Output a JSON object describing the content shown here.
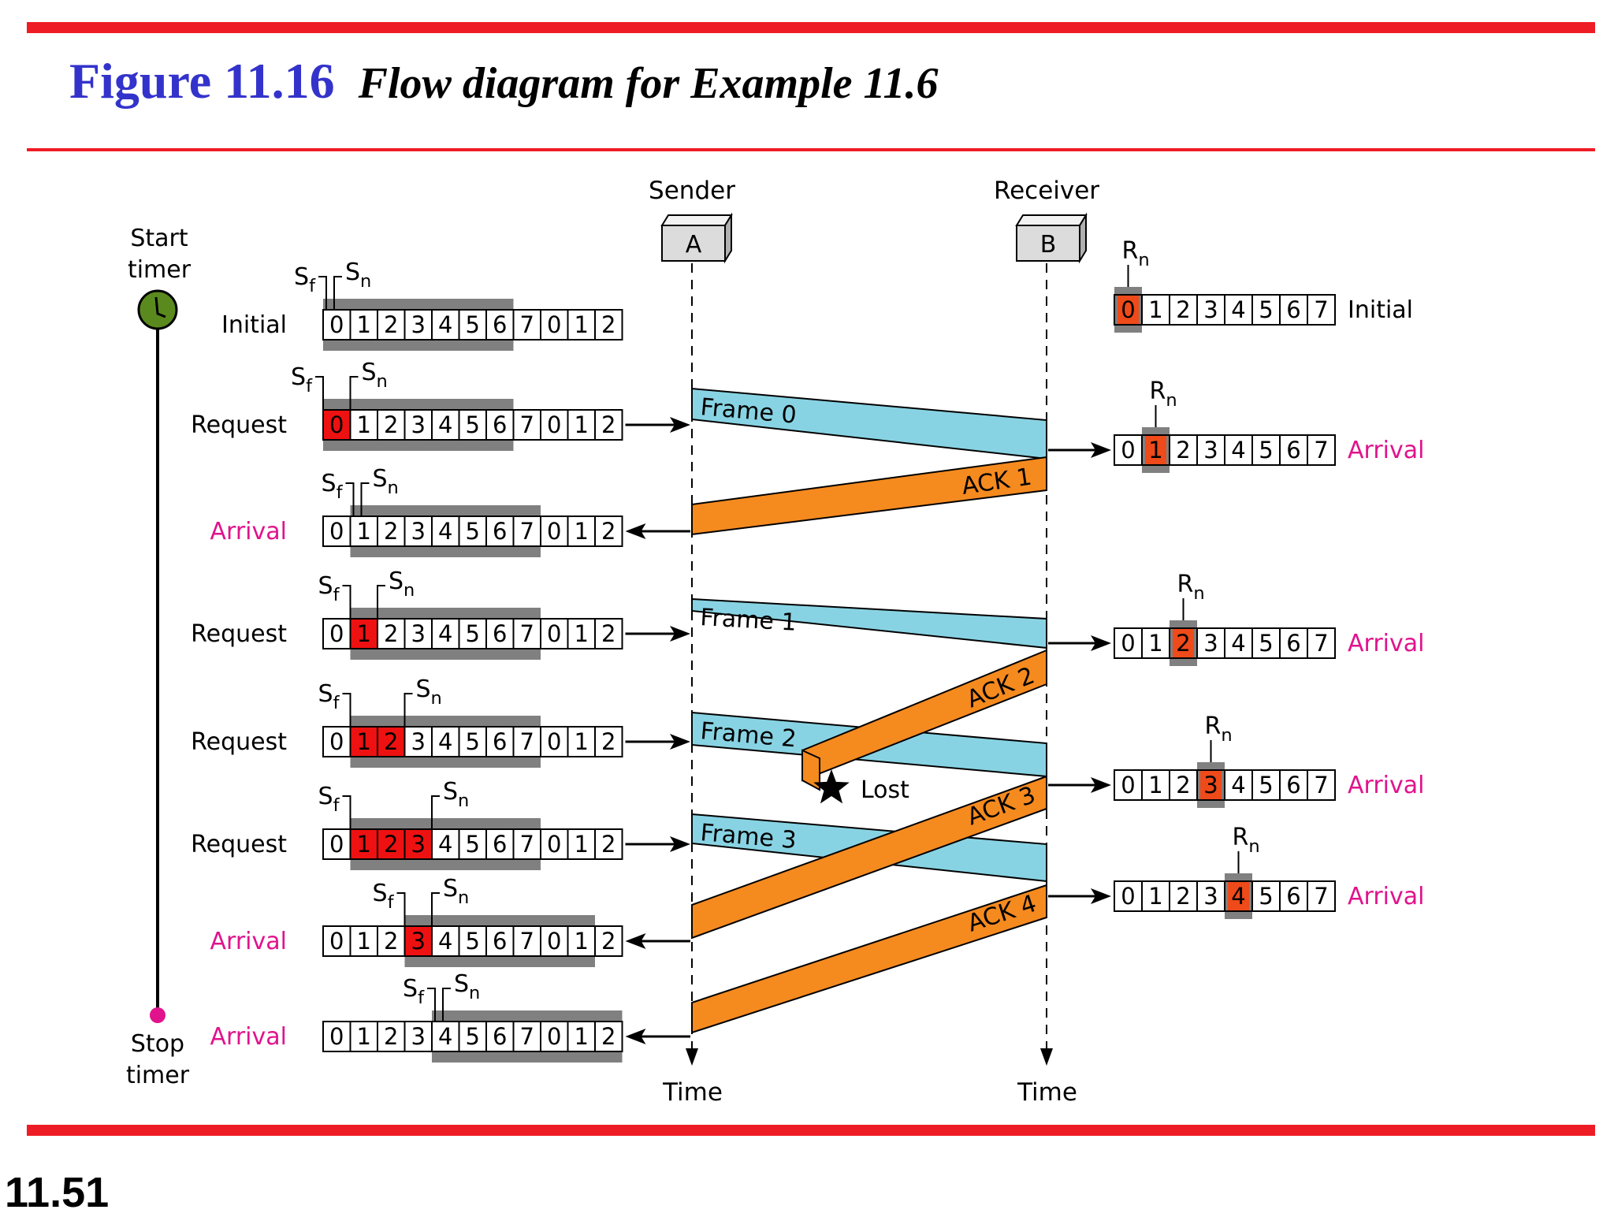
{
  "header": {
    "figure_number": "Figure 11.16",
    "figure_caption": "Flow diagram for Example 11.6"
  },
  "slide_number": "11.51",
  "stations": {
    "sender_label": "Sender",
    "receiver_label": "Receiver",
    "sender_box": "A",
    "receiver_box": "B",
    "time_label": "Time"
  },
  "timer": {
    "start_label": [
      "Start",
      "timer"
    ],
    "stop_label": [
      "Stop",
      "timer"
    ]
  },
  "labels": {
    "sf": "S",
    "sf_sub": "f",
    "sn": "S",
    "sn_sub": "n",
    "rn": "R",
    "rn_sub": "n",
    "lost": "Lost"
  },
  "sender_sequence": [
    "0",
    "1",
    "2",
    "3",
    "4",
    "5",
    "6",
    "7",
    "0",
    "1",
    "2"
  ],
  "receiver_sequence": [
    "0",
    "1",
    "2",
    "3",
    "4",
    "5",
    "6",
    "7"
  ],
  "sender_rows": [
    {
      "event": "Initial",
      "highlight": "black",
      "sf": 0,
      "sn": 0,
      "window_start": 0,
      "window_end": 7,
      "outstanding": []
    },
    {
      "event": "Request",
      "highlight": "black",
      "sf": 0,
      "sn": 1,
      "window_start": 0,
      "window_end": 7,
      "outstanding": [
        0
      ]
    },
    {
      "event": "Arrival",
      "highlight": "magenta",
      "sf": 1,
      "sn": 1,
      "window_start": 1,
      "window_end": 8,
      "outstanding": []
    },
    {
      "event": "Request",
      "highlight": "black",
      "sf": 1,
      "sn": 2,
      "window_start": 1,
      "window_end": 8,
      "outstanding": [
        1
      ]
    },
    {
      "event": "Request",
      "highlight": "black",
      "sf": 1,
      "sn": 3,
      "window_start": 1,
      "window_end": 8,
      "outstanding": [
        1,
        2
      ]
    },
    {
      "event": "Request",
      "highlight": "black",
      "sf": 1,
      "sn": 4,
      "window_start": 1,
      "window_end": 8,
      "outstanding": [
        1,
        2,
        3
      ]
    },
    {
      "event": "Arrival",
      "highlight": "magenta",
      "sf": 3,
      "sn": 4,
      "window_start": 3,
      "window_end": 10,
      "outstanding": [
        3
      ]
    },
    {
      "event": "Arrival",
      "highlight": "magenta",
      "sf": 4,
      "sn": 4,
      "window_start": 4,
      "window_end": 11,
      "outstanding": []
    }
  ],
  "receiver_rows": [
    {
      "event": "Initial",
      "highlight": "black",
      "rn": 0
    },
    {
      "event": "Arrival",
      "highlight": "magenta",
      "rn": 1
    },
    {
      "event": "Arrival",
      "highlight": "magenta",
      "rn": 2
    },
    {
      "event": "Arrival",
      "highlight": "magenta",
      "rn": 3
    },
    {
      "event": "Arrival",
      "highlight": "magenta",
      "rn": 4
    }
  ],
  "frames": [
    {
      "label": "Frame 0",
      "from_row": 1,
      "to_row": 1
    },
    {
      "label": "Frame 1",
      "from_row": 3,
      "to_row": 2
    },
    {
      "label": "Frame 2",
      "from_row": 4,
      "to_row": 3
    },
    {
      "label": "Frame 3",
      "from_row": 5,
      "to_row": 4
    }
  ],
  "acks": [
    {
      "label": "ACK 1",
      "from_row": 1,
      "to_row": 2,
      "lost": false
    },
    {
      "label": "ACK 2",
      "from_row": 2,
      "lost": true
    },
    {
      "label": "ACK 3",
      "from_row": 3,
      "to_row": 6,
      "lost": false
    },
    {
      "label": "ACK 4",
      "from_row": 4,
      "to_row": 7,
      "lost": false
    }
  ],
  "colors": {
    "accent_red": "#ee1c24",
    "title_blue": "#3333cc",
    "frame_fill": "#88d3e3",
    "ack_fill": "#f58a1f",
    "outstanding_fill": "#ee1111",
    "rn_fill": "#ee4a1a",
    "window_gray": "#808080",
    "arrival_magenta": "#e0138c",
    "timer_green": "#5a8a1e"
  }
}
